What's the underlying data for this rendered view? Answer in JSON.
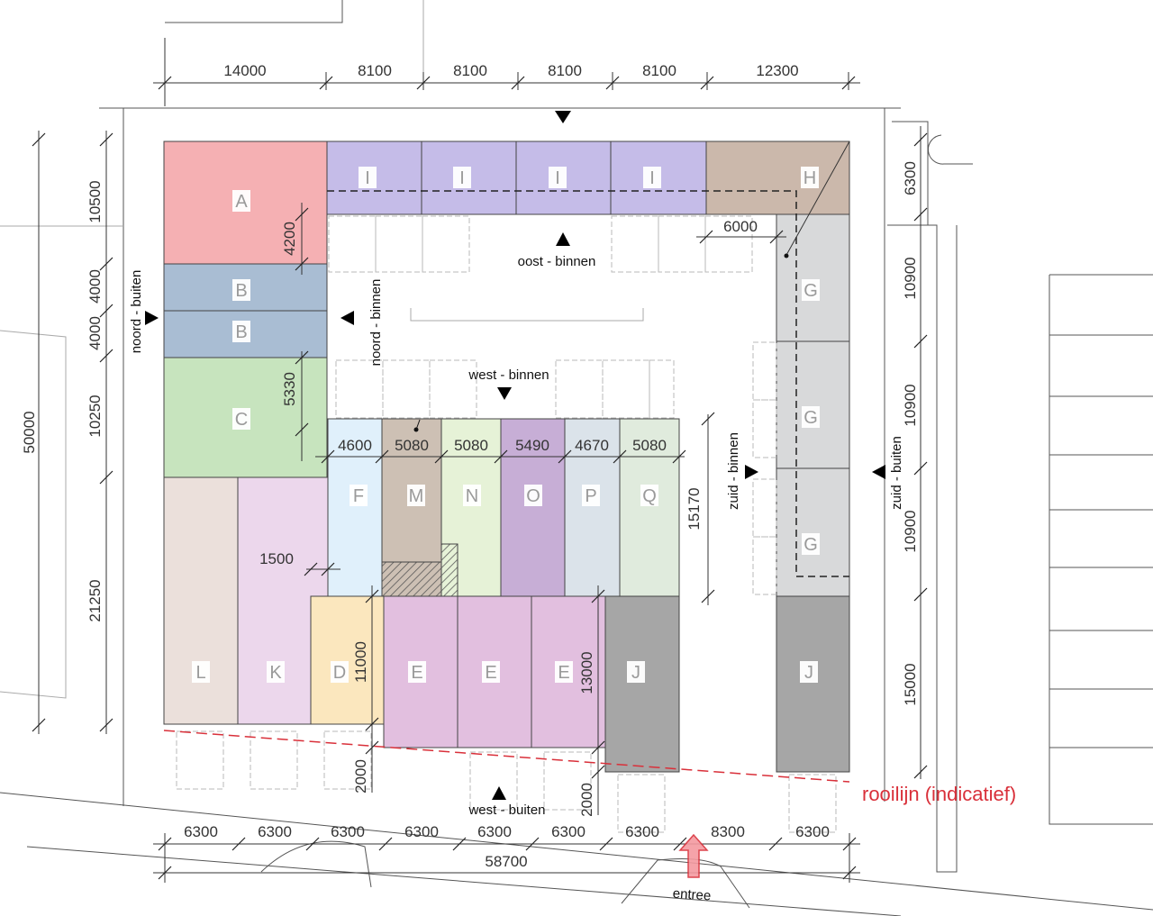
{
  "colors": {
    "A": "#f5b0b3",
    "B": "#a9bdd3",
    "C": "#c7e4be",
    "D": "#fbe7be",
    "E": "#e2bfdf",
    "F": "#e0f0fb",
    "G": "#d8d9da",
    "H": "#cbb8ab",
    "I": "#c5bce8",
    "J": "#a6a6a6",
    "K": "#ecd7ec",
    "L": "#ebe0db",
    "M": "#cdc0b4",
    "N": "#e6f2d7",
    "O": "#c7aed6",
    "P": "#dbe3ea",
    "Q": "#e0ebdd",
    "rooilijn": "#d9303a",
    "entree_arrow": "#f49aa0"
  },
  "units": {
    "A": "A",
    "B1": "B",
    "B2": "B",
    "C": "C",
    "D": "D",
    "E1": "E",
    "E2": "E",
    "E3": "E",
    "F": "F",
    "G1": "G",
    "G2": "G",
    "G3": "G",
    "H": "H",
    "I1": "I",
    "I2": "I",
    "I3": "I",
    "I4": "I",
    "J1": "J",
    "J2": "J",
    "K": "K",
    "L": "L",
    "M": "M",
    "N": "N",
    "O": "O",
    "P": "P",
    "Q": "Q"
  },
  "dimensions": {
    "top": [
      "14000",
      "8100",
      "8100",
      "8100",
      "8100",
      "12300"
    ],
    "bottom": [
      "6300",
      "6300",
      "6300",
      "6300",
      "6300",
      "6300",
      "6300",
      "8300",
      "6300"
    ],
    "bottom_total": "58700",
    "left_outer": "50000",
    "left_inner": [
      "10500",
      "4000",
      "4000",
      "10250",
      "21250"
    ],
    "right": [
      "6300",
      "10900",
      "10900",
      "10900",
      "15000"
    ],
    "inner_row": [
      "4600",
      "5080",
      "5080",
      "5490",
      "4670",
      "5080"
    ],
    "d4200": "4200",
    "d5330": "5330",
    "d6000": "6000",
    "d1500": "1500",
    "d11000": "11000",
    "d13000": "13000",
    "d15170": "15170",
    "d2000a": "2000",
    "d2000b": "2000"
  },
  "labels": {
    "oost_binnen": "oost - binnen",
    "west_binnen": "west - binnen",
    "west_buiten": "west - buiten",
    "noord_buiten": "noord - buiten",
    "noord_binnen": "noord - binnen",
    "zuid_binnen": "zuid - binnen",
    "zuid_buiten": "zuid - buiten",
    "rooilijn": "rooilijn (indicatief)",
    "entree": "entree"
  }
}
